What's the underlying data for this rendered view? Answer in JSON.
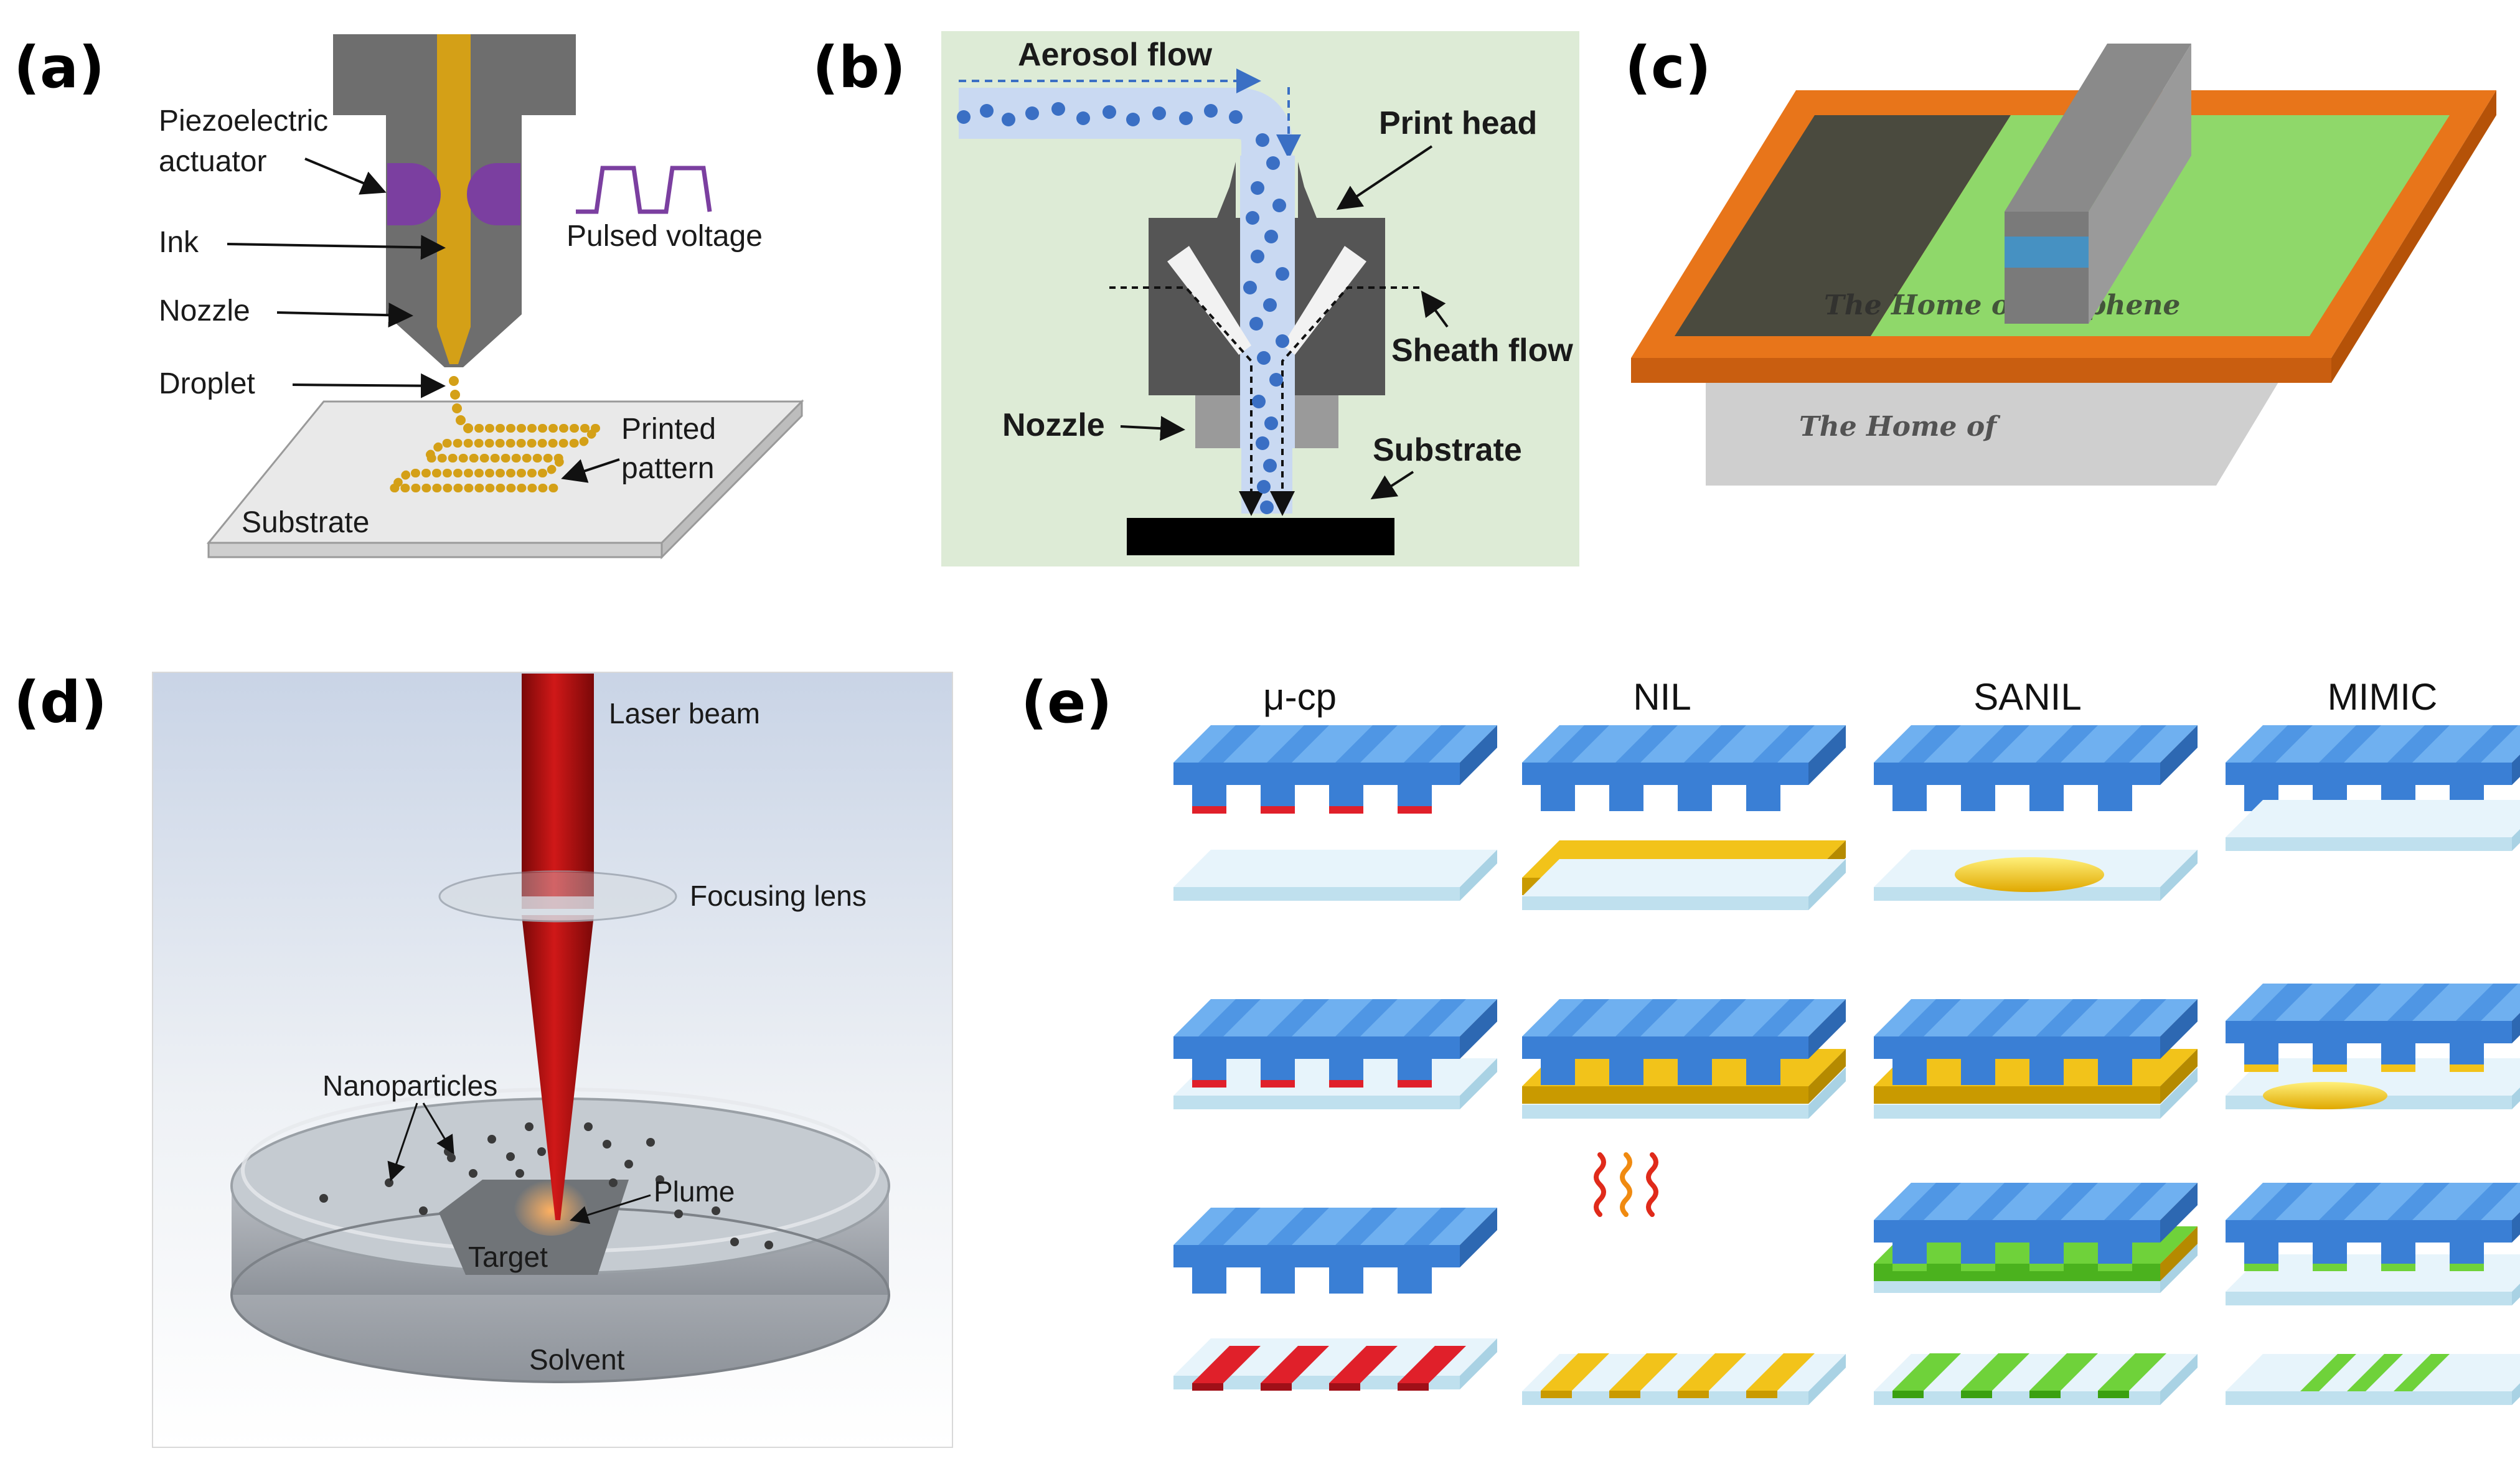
{
  "panels": {
    "a": {
      "label": "(a)",
      "piezo_line1": "Piezoelectric",
      "piezo_line2": "actuator",
      "ink": "Ink",
      "nozzle": "Nozzle",
      "droplet": "Droplet",
      "pulsed_voltage": "Pulsed voltage",
      "printed_line1": "Printed",
      "printed_line2": "pattern",
      "substrate": "Substrate"
    },
    "b": {
      "label": "(b)",
      "aerosol_flow": "Aerosol flow",
      "print_head": "Print head",
      "sheath_flow": "Sheath flow",
      "nozzle": "Nozzle",
      "substrate": "Substrate"
    },
    "c": {
      "label": "(c)",
      "watermark_top": "The Home of Graphene",
      "watermark_bottom": "The Home of"
    },
    "d": {
      "label": "(d)",
      "laser_beam": "Laser beam",
      "focusing_lens": "Focusing lens",
      "nanoparticles": "Nanoparticles",
      "plume": "Plume",
      "target": "Target",
      "solvent": "Solvent"
    },
    "e": {
      "label": "(e)",
      "columns": [
        "μ-cp",
        "NIL",
        "SANIL",
        "MIMIC"
      ]
    }
  },
  "colors": {
    "ink_gold": "#D4A017",
    "piezo_purple": "#7B3FA0",
    "stamp_blue": "#3A7FD5",
    "laser_red": "#B01010",
    "frame_orange": "#E8751A",
    "sanil_green": "#6FD23A",
    "nil_yellow": "#F2C31A",
    "ucp_red": "#E0202A",
    "panel_b_bg": "#DDEBD6"
  }
}
